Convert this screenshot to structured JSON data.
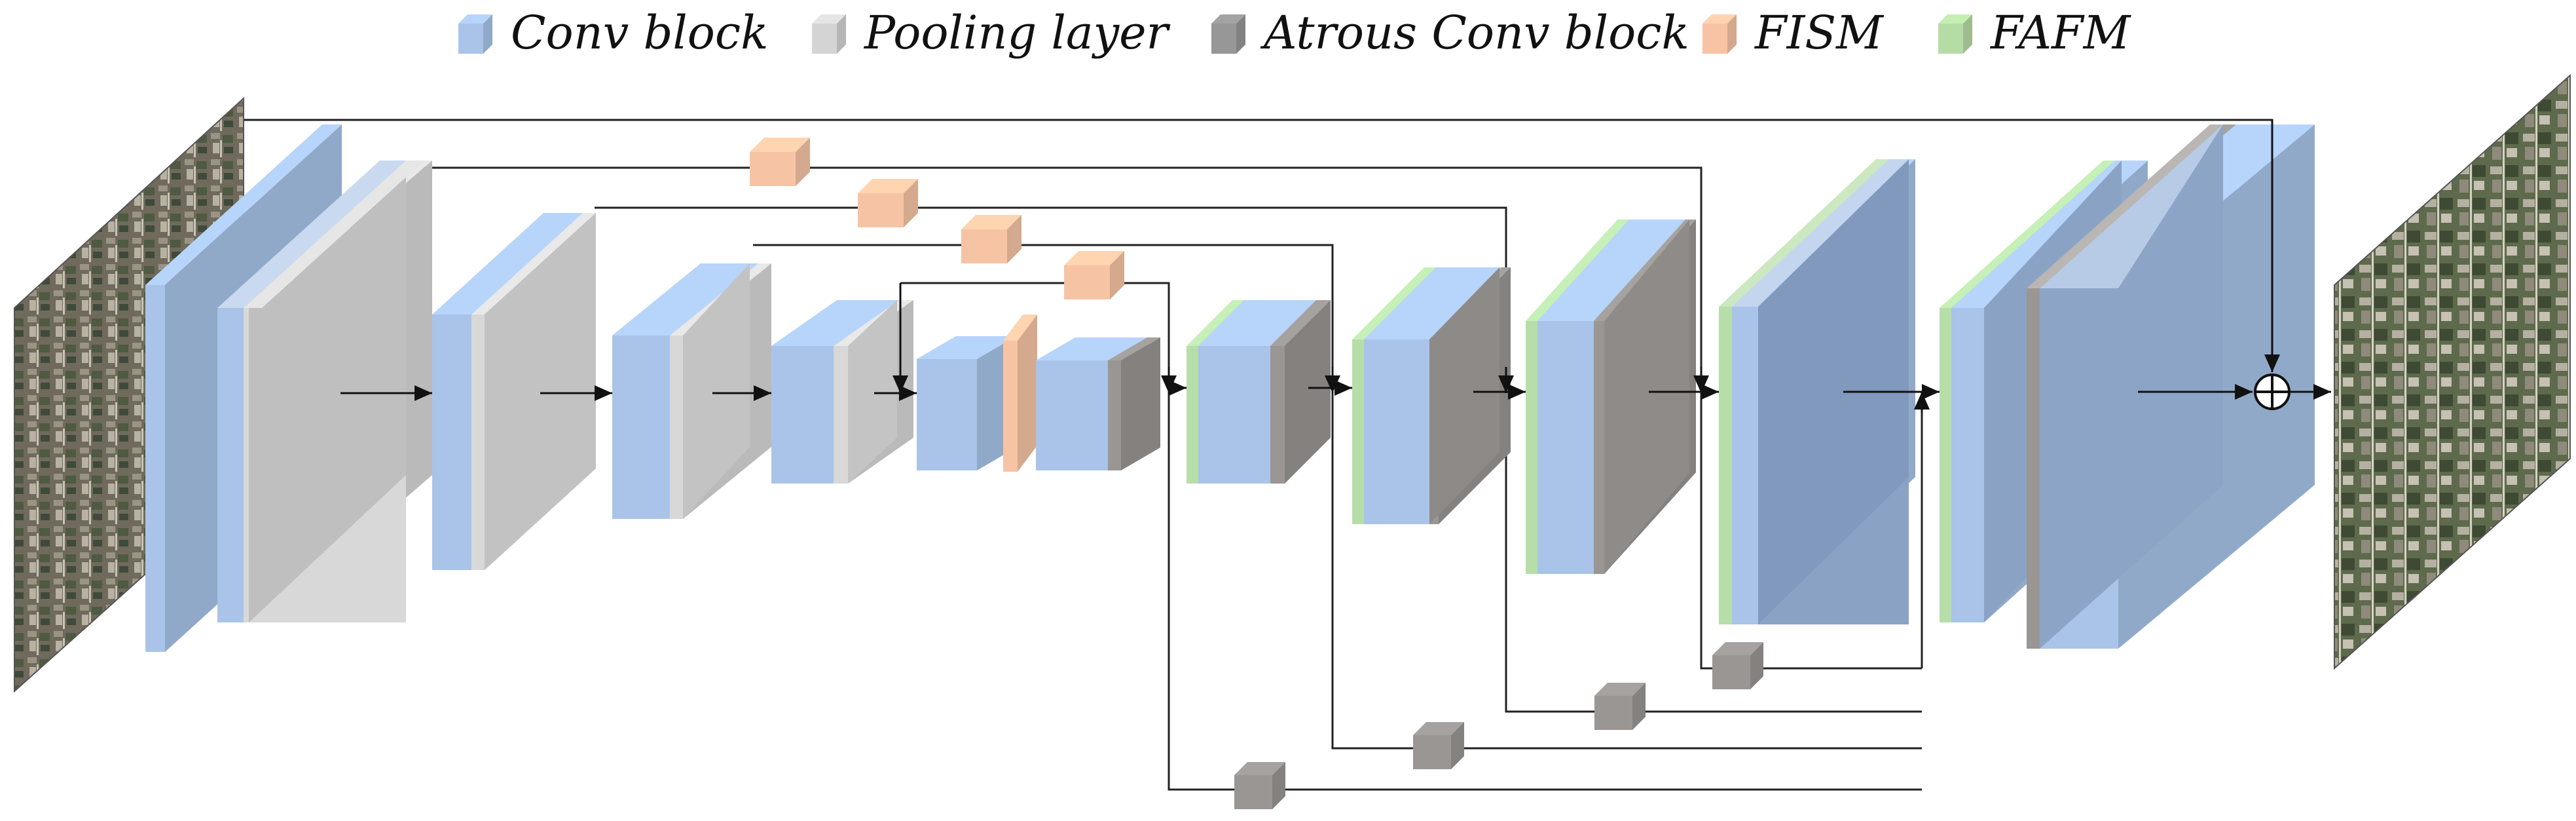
{
  "legend": [
    {
      "label": "Conv block",
      "icon": "conv-block-swatch-icon",
      "color": "#a9c4e8"
    },
    {
      "label": "Pooling layer",
      "icon": "pooling-layer-swatch-icon",
      "color": "#d4d4d4"
    },
    {
      "label": "Atrous Conv block",
      "icon": "atrous-conv-block-swatch-icon",
      "color": "#979797"
    },
    {
      "label": "FISM",
      "icon": "fism-swatch-icon",
      "color": "#f7c3a4"
    },
    {
      "label": "FAFM",
      "icon": "fafm-swatch-icon",
      "color": "#b6dca6"
    }
  ],
  "colors": {
    "conv": "#a9c4e8",
    "conv_dark": "#8aa3c5",
    "pool": "#d8d8d8",
    "atrous": "#9a9693",
    "fism": "#f6c4a4",
    "fafm": "#b7dea9",
    "line": "#222222"
  },
  "input_image": {
    "icon": "satellite-input-image-icon"
  },
  "output_image": {
    "icon": "satellite-output-image-icon"
  },
  "sum_node": {
    "icon": "element-wise-sum-icon"
  }
}
